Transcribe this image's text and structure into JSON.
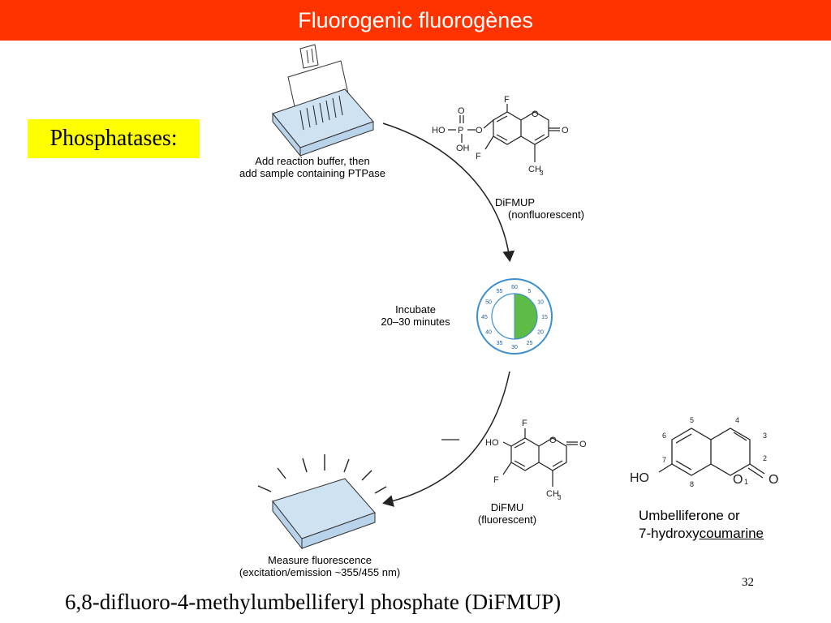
{
  "title": "Fluorogenic fluorogènes",
  "badge": "Phosphatases:",
  "steps": {
    "add": [
      "Add reaction buffer, then",
      "add sample containing PTPase"
    ],
    "incubate": [
      "Incubate",
      "20–30 minutes"
    ],
    "measure": [
      "Measure fluorescence",
      "(excitation/emission ~355/455 nm)"
    ]
  },
  "compounds": {
    "difmup": [
      "DiFMUP",
      "(nonfluorescent)"
    ],
    "difmu": [
      "DiFMU",
      "(fluorescent)"
    ]
  },
  "atoms": {
    "difmup": {
      "ho": "HO",
      "p": "P",
      "o_top": "O",
      "oh": "OH",
      "o_link": "O",
      "f_top": "F",
      "f_left": "F",
      "ring_o": "O",
      "carbonyl_o": "O",
      "ch3": "CH",
      "sub3": "3"
    },
    "difmu": {
      "ho": "HO",
      "f_top": "F",
      "f_left": "F",
      "ring_o": "O",
      "carbonyl_o": "O",
      "ch3": "CH",
      "sub3": "3"
    },
    "umbelliferone": {
      "ho": "HO",
      "ring_o": "O",
      "carbonyl_o": "O",
      "n1": "1",
      "n2": "2",
      "n3": "3",
      "n4": "4",
      "n5": "5",
      "n6": "6",
      "n7": "7",
      "n8": "8"
    }
  },
  "clock_numbers": [
    "60",
    "5",
    "10",
    "15",
    "20",
    "25",
    "30",
    "35",
    "40",
    "45",
    "50",
    "55"
  ],
  "umbelliferone_label": {
    "line1": "Umbelliferone or",
    "line2_prefix": "7-hydroxy",
    "line2_link": "coumarine"
  },
  "slide_number": "32",
  "caption": "6,8-difluoro-4-methylumbelliferyl phosphate (DiFMUP)",
  "colors": {
    "title_bg": "#ff3300",
    "badge_bg": "#ffff00",
    "clock_blue": "#3d8fd0",
    "clock_green": "#5dbb46",
    "plate_blue": "#9cc3e0"
  }
}
